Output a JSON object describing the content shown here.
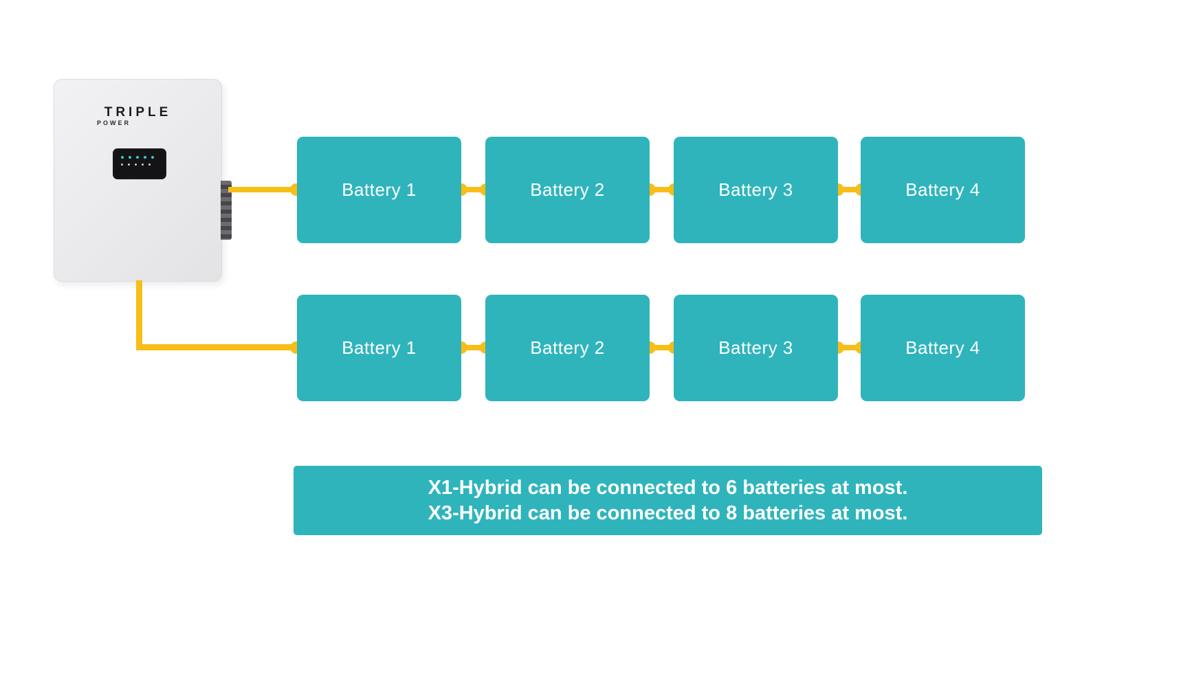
{
  "device": {
    "brand": "TRIPLE",
    "brand_sub": "POWER"
  },
  "battery_rows": [
    [
      "Battery 1",
      "Battery 2",
      "Battery 3",
      "Battery 4"
    ],
    [
      "Battery 1",
      "Battery 2",
      "Battery 3",
      "Battery 4"
    ]
  ],
  "note": {
    "line1": "X1-Hybrid can be connected to 6 batteries at most.",
    "line2": "X3-Hybrid can be connected to 8 batteries at most."
  },
  "colors": {
    "teal": "#2FB4BC",
    "yellow": "#F6BE17",
    "device_gray": "#E9E9EB",
    "display_black": "#141416"
  }
}
